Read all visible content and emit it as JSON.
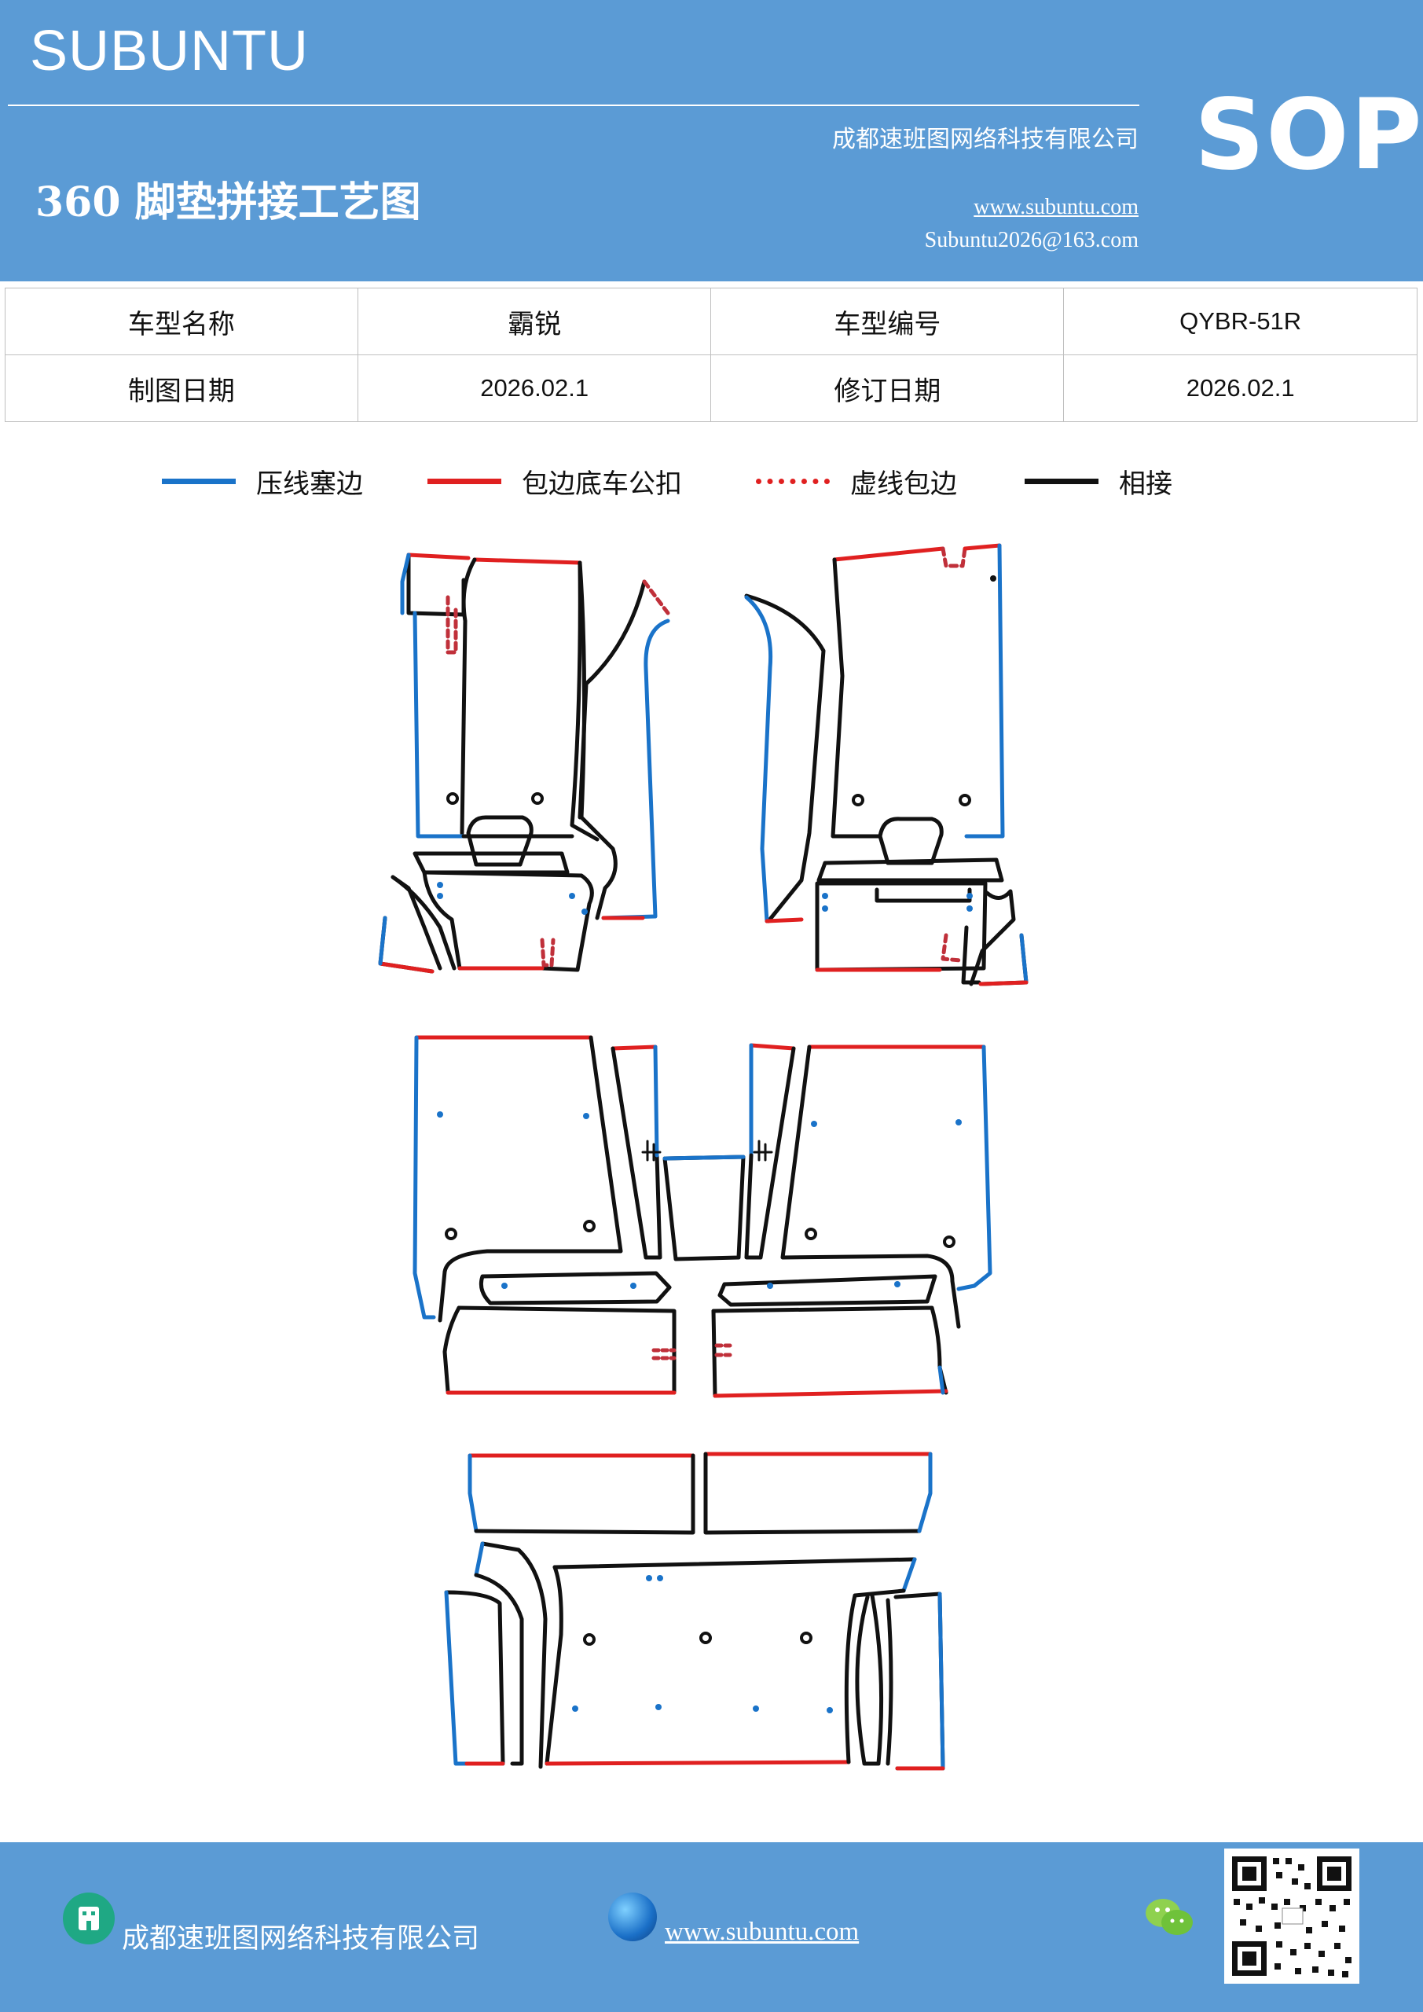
{
  "header": {
    "brand": "SUBUNTU",
    "company": "成都速班图网络科技有限公司",
    "title": "360 脚垫拼接工艺图",
    "url": "www.subuntu.com",
    "email": "Subuntu2026@163.com",
    "sop": "SOP",
    "bg_color": "#5b9bd5"
  },
  "info_table": {
    "row1": [
      "车型名称",
      "霸锐",
      "车型编号",
      "QYBR-51R"
    ],
    "row2": [
      "制图日期",
      "2026.02.1",
      "修订日期",
      "2026.02.1"
    ]
  },
  "legend": [
    {
      "label": "压线塞边",
      "color": "#1a73c9",
      "style": "solid"
    },
    {
      "label": "包边底车公扣",
      "color": "#e02020",
      "style": "solid"
    },
    {
      "label": "虚线包边",
      "color": "#e02020",
      "style": "dotted"
    },
    {
      "label": "相接",
      "color": "#111111",
      "style": "solid"
    }
  ],
  "footer": {
    "company": "成都速班图网络科技有限公司",
    "url": "www.subuntu.com",
    "building_icon": "building-icon",
    "globe_icon": "globe-icon",
    "wechat_icon": "wechat-icon",
    "qr_icon": "qr-code"
  }
}
